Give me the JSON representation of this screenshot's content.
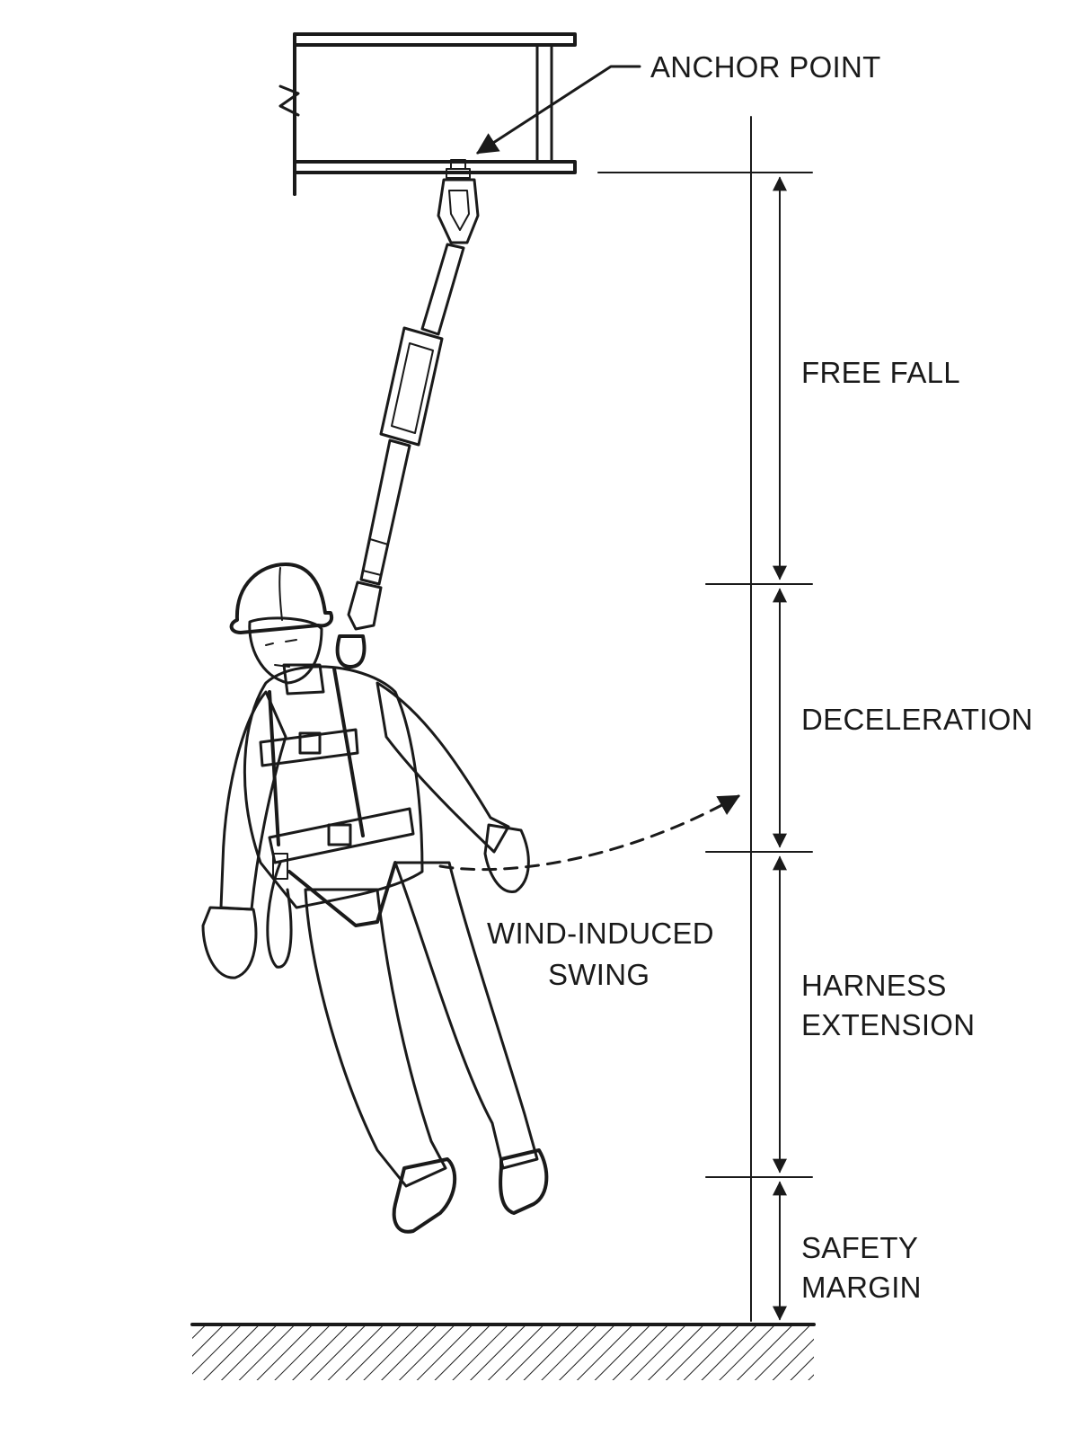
{
  "labels": {
    "anchor_point": "ANCHOR POINT",
    "free_fall": "FREE FALL",
    "deceleration": "DECELERATION",
    "wind_line1": "WIND-INDUCED",
    "wind_line2": "SWING",
    "harness_line1": "HARNESS",
    "harness_line2": "EXTENSION",
    "safety_line1": "SAFETY",
    "safety_line2": "MARGIN"
  },
  "colors": {
    "ink": "#1a1a1a",
    "fill_light": "#e4e4e4",
    "fill_mid": "#c9c9c9",
    "background": "#ffffff"
  }
}
